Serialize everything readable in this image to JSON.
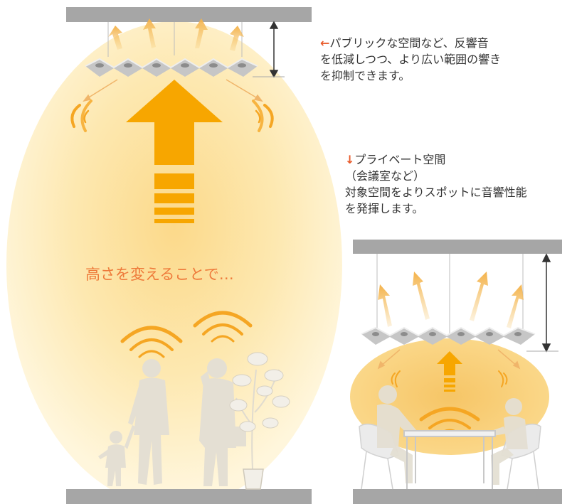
{
  "captions": {
    "public": {
      "arrow": "←",
      "lines": [
        "パブリックな空間など、反響音",
        "を低減しつつ、より広い範囲の響き",
        "を抑制できます。"
      ]
    },
    "private": {
      "arrow": "↓",
      "lines": [
        "プライベート空間",
        "（会議室など）",
        "対象空間をよりスポットに音響性能",
        "を発揮します。"
      ]
    },
    "center": "高さを変えることで…"
  },
  "colors": {
    "accent_orange": "#f7a600",
    "caption_orange": "#ee7a3a",
    "arrow_mark_red": "#e85a2a",
    "ceiling_gray": "#a6a6a6",
    "panel_gray": "#c8c8c8",
    "silhouette": "#e6e1d6",
    "glow_yellow": "#fde9a8"
  }
}
